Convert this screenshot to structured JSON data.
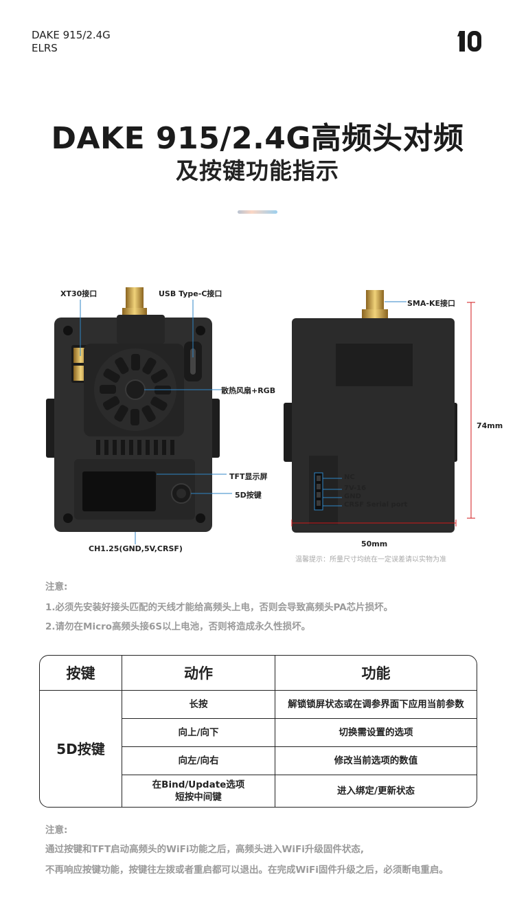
{
  "header": {
    "brand_line1": "DAKE 915/2.4G",
    "brand_line2": "ELRS",
    "logo_text": "10"
  },
  "title": {
    "line1": "DAKE 915/2.4G高频头对频",
    "line2": "及按键功能指示"
  },
  "diagram": {
    "labels": {
      "xt30": "XT30接口",
      "usb": "USB Type-C接口",
      "fan": "散热风扇+RGB",
      "tft": "TFT显示屏",
      "btn5d": "5D按键",
      "ch125": "CH1.25(GND,5V,CRSF)",
      "sma": "SMA-KE接口",
      "nc": "NC",
      "v716": "7V-16",
      "gnd": "GND",
      "crsf": "CRSF Serial port",
      "height": "74mm",
      "width": "50mm"
    },
    "disclaimer": "温馨提示：所量尺寸均统在一定误差请以实物为准"
  },
  "notes1": {
    "heading": "注意:",
    "items": [
      "1.必须先安装好接头匹配的天线才能给高频头上电，否则会导致高频头PA芯片损坏。",
      "2.请勿在Micro高频头接6S以上电池，否则将造成永久性损坏。"
    ]
  },
  "table": {
    "headers": [
      "按键",
      "动作",
      "功能"
    ],
    "key": "5D按键",
    "rows": [
      {
        "action": "长按",
        "function": "解锁锁屏状态或在调参界面下应用当前参数"
      },
      {
        "action": "向上/向下",
        "function": "切换需设置的选项"
      },
      {
        "action": "向左/向右",
        "function": "修改当前选项的数值"
      },
      {
        "action_line1": "在Bind/Update选项",
        "action_line2": "短按中间键",
        "function": "进入绑定/更新状态"
      }
    ]
  },
  "notes2": {
    "heading": "注意:",
    "items": [
      "通过按键和TFT启动高频头的WiFi功能之后，高频头进入WiFi升级固件状态,",
      "不再响应按键功能，按键往左拨或者重启都可以退出。在完成WiFi固件升级之后，必须断电重启。"
    ]
  },
  "colors": {
    "device_body": "#2c2c2c",
    "device_dark": "#1c1c1c",
    "gold": "#c99a3c",
    "dim_line": "#d0171a"
  }
}
